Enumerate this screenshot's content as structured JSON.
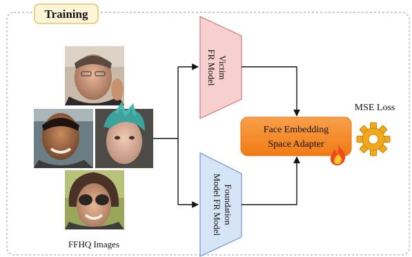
{
  "section_label": "Training",
  "images_caption": "FFHQ Images",
  "victim_model": {
    "line1": "Victim",
    "line2": "FR Model"
  },
  "foundation_model": {
    "line1": "Foundation",
    "line2": "Model FR Model"
  },
  "adapter": {
    "line1": "Face Embedding",
    "line2": "Space Adapter"
  },
  "loss_label": "MSE Loss",
  "colors": {
    "victim_fill": "#f6cfcf",
    "victim_stroke": "#d98080",
    "foundation_fill": "#d6e4f7",
    "foundation_stroke": "#7a9bd0",
    "adapter_fill": "#f5831f",
    "gear": "#f2a81d",
    "label_box_fill": "#fdf5d8",
    "label_box_stroke": "#e8c35b"
  },
  "icons": [
    "face-photo",
    "fire-icon",
    "gear-icon"
  ]
}
